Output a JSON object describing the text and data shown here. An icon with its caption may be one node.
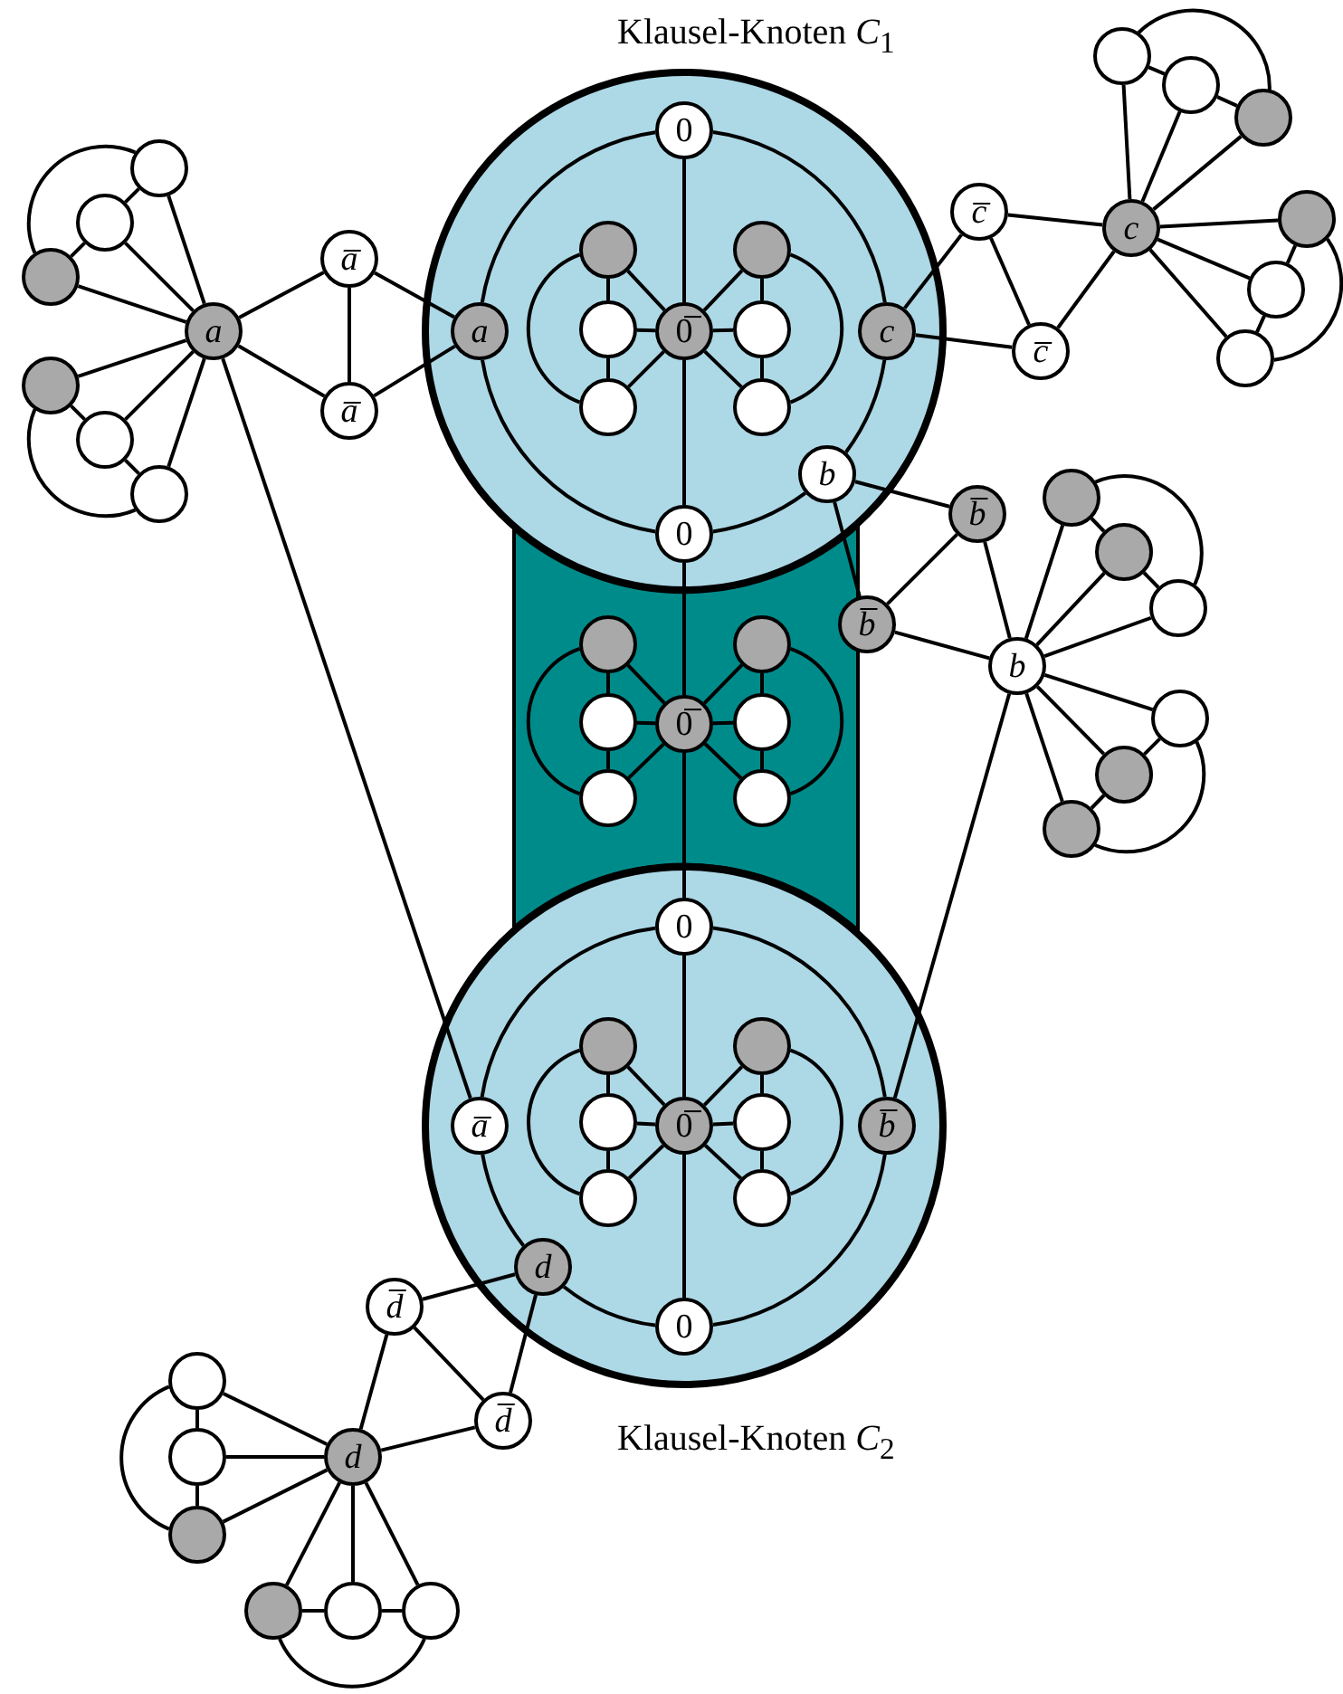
{
  "diagram": {
    "nodes": [
      {
        "text": [
          "Klausel-Knoten *C*$_{1}$"
        ]
      },
      {
        "text": [
          "0"
        ],
        "in": 0
      },
      {
        "text": [
          "a"
        ],
        "in": 0
      },
      {
        "text": [
          "0̅"
        ],
        "in": 0
      },
      {
        "text": [
          "c"
        ],
        "in": 0
      },
      {
        "text": [
          "b"
        ],
        "in": 0
      },
      {
        "text": [
          "0"
        ],
        "in": 0
      },
      {
        "text": [],
        "shape": "circle",
        "in": 0
      },
      {
        "text": [],
        "shape": "circle",
        "in": 0
      },
      {
        "text": [],
        "shape": "circle",
        "in": 0
      },
      {
        "text": [],
        "shape": "circle",
        "in": 0
      },
      {
        "text": [],
        "shape": "circle",
        "in": 0
      },
      {
        "text": [],
        "shape": "circle",
        "in": 0
      },
      {
        "text": [],
        "shape": "box"
      },
      {
        "text": [
          "0̅"
        ],
        "in": 13
      },
      {
        "text": [],
        "shape": "circle",
        "in": 13
      },
      {
        "text": [],
        "shape": "circle",
        "in": 13
      },
      {
        "text": [],
        "shape": "circle",
        "in": 13
      },
      {
        "text": [],
        "shape": "circle",
        "in": 13
      },
      {
        "text": [],
        "shape": "circle",
        "in": 13
      },
      {
        "text": [],
        "shape": "circle",
        "in": 13
      },
      {
        "text": [
          "Klausel-Knoten *C*$_{2}$"
        ]
      },
      {
        "text": [
          "0"
        ],
        "in": 21
      },
      {
        "text": [
          "a̅"
        ],
        "in": 21
      },
      {
        "text": [
          "0̅"
        ],
        "in": 21
      },
      {
        "text": [
          "b̅"
        ],
        "in": 21
      },
      {
        "text": [
          "d"
        ],
        "in": 21
      },
      {
        "text": [
          "0"
        ],
        "in": 21
      },
      {
        "text": [],
        "shape": "circle",
        "in": 21
      },
      {
        "text": [],
        "shape": "circle",
        "in": 21
      },
      {
        "text": [],
        "shape": "circle",
        "in": 21
      },
      {
        "text": [],
        "shape": "circle",
        "in": 21
      },
      {
        "text": [],
        "shape": "circle",
        "in": 21
      },
      {
        "text": [],
        "shape": "circle",
        "in": 21
      },
      {
        "text": [
          "a"
        ]
      },
      {
        "text": [
          "a̅"
        ]
      },
      {
        "text": [
          "a̅"
        ]
      },
      {
        "text": [],
        "shape": "circle"
      },
      {
        "text": [],
        "shape": "circle"
      },
      {
        "text": [],
        "shape": "circle"
      },
      {
        "text": [],
        "shape": "circle"
      },
      {
        "text": [],
        "shape": "circle"
      },
      {
        "text": [],
        "shape": "circle"
      },
      {
        "text": [
          "c̅"
        ]
      },
      {
        "text": [
          "c̅"
        ]
      },
      {
        "text": [
          "c"
        ]
      },
      {
        "text": [],
        "shape": "circle"
      },
      {
        "text": [],
        "shape": "circle"
      },
      {
        "text": [],
        "shape": "circle"
      },
      {
        "text": [],
        "shape": "circle"
      },
      {
        "text": [],
        "shape": "circle"
      },
      {
        "text": [],
        "shape": "circle"
      },
      {
        "text": [
          "b̅"
        ]
      },
      {
        "text": [
          "b̅"
        ]
      },
      {
        "text": [
          "b"
        ]
      },
      {
        "text": [],
        "shape": "circle"
      },
      {
        "text": [],
        "shape": "circle"
      },
      {
        "text": [],
        "shape": "circle"
      },
      {
        "text": [],
        "shape": "circle"
      },
      {
        "text": [],
        "shape": "circle"
      },
      {
        "text": [],
        "shape": "circle"
      },
      {
        "text": [
          "d̅"
        ]
      },
      {
        "text": [
          "d̅"
        ]
      },
      {
        "text": [
          "d"
        ]
      },
      {
        "text": [],
        "shape": "circle"
      },
      {
        "text": [],
        "shape": "circle"
      },
      {
        "text": [],
        "shape": "circle"
      },
      {
        "text": [],
        "shape": "circle"
      },
      {
        "text": [],
        "shape": "circle"
      },
      {
        "text": [],
        "shape": "circle"
      }
    ],
    "edges": [
      {
        "from": 1,
        "to": 4,
        "arrow": "none"
      },
      {
        "from": 4,
        "to": 5,
        "arrow": "none"
      },
      {
        "from": 5,
        "to": 6,
        "arrow": "none"
      },
      {
        "from": 6,
        "to": 2,
        "arrow": "none"
      },
      {
        "from": 2,
        "to": 1,
        "arrow": "none"
      },
      {
        "from": 1,
        "to": 3,
        "arrow": "none"
      },
      {
        "from": 3,
        "to": 6,
        "arrow": "none"
      },
      {
        "from": 7,
        "to": 9,
        "arrow": "none"
      },
      {
        "from": 9,
        "to": 11,
        "arrow": "none"
      },
      {
        "from": 7,
        "to": 3,
        "arrow": "none"
      },
      {
        "from": 9,
        "to": 3,
        "arrow": "none"
      },
      {
        "from": 11,
        "to": 3,
        "arrow": "none"
      },
      {
        "from": 7,
        "to": 11,
        "arrow": "none"
      },
      {
        "from": 8,
        "to": 10,
        "arrow": "none"
      },
      {
        "from": 10,
        "to": 12,
        "arrow": "none"
      },
      {
        "from": 8,
        "to": 3,
        "arrow": "none"
      },
      {
        "from": 10,
        "to": 3,
        "arrow": "none"
      },
      {
        "from": 12,
        "to": 3,
        "arrow": "none"
      },
      {
        "from": 8,
        "to": 12,
        "arrow": "none"
      },
      {
        "from": 6,
        "to": 14,
        "arrow": "none"
      },
      {
        "from": 14,
        "to": 22,
        "arrow": "none"
      },
      {
        "from": 15,
        "to": 17,
        "arrow": "none"
      },
      {
        "from": 17,
        "to": 19,
        "arrow": "none"
      },
      {
        "from": 15,
        "to": 14,
        "arrow": "none"
      },
      {
        "from": 17,
        "to": 14,
        "arrow": "none"
      },
      {
        "from": 19,
        "to": 14,
        "arrow": "none"
      },
      {
        "from": 15,
        "to": 19,
        "arrow": "none"
      },
      {
        "from": 16,
        "to": 18,
        "arrow": "none"
      },
      {
        "from": 18,
        "to": 20,
        "arrow": "none"
      },
      {
        "from": 16,
        "to": 14,
        "arrow": "none"
      },
      {
        "from": 18,
        "to": 14,
        "arrow": "none"
      },
      {
        "from": 20,
        "to": 14,
        "arrow": "none"
      },
      {
        "from": 16,
        "to": 20,
        "arrow": "none"
      },
      {
        "from": 22,
        "to": 25,
        "arrow": "none"
      },
      {
        "from": 25,
        "to": 27,
        "arrow": "none"
      },
      {
        "from": 27,
        "to": 26,
        "arrow": "none"
      },
      {
        "from": 26,
        "to": 23,
        "arrow": "none"
      },
      {
        "from": 23,
        "to": 22,
        "arrow": "none"
      },
      {
        "from": 22,
        "to": 24,
        "arrow": "none"
      },
      {
        "from": 24,
        "to": 27,
        "arrow": "none"
      },
      {
        "from": 28,
        "to": 30,
        "arrow": "none"
      },
      {
        "from": 30,
        "to": 32,
        "arrow": "none"
      },
      {
        "from": 28,
        "to": 24,
        "arrow": "none"
      },
      {
        "from": 30,
        "to": 24,
        "arrow": "none"
      },
      {
        "from": 32,
        "to": 24,
        "arrow": "none"
      },
      {
        "from": 28,
        "to": 32,
        "arrow": "none"
      },
      {
        "from": 29,
        "to": 31,
        "arrow": "none"
      },
      {
        "from": 31,
        "to": 33,
        "arrow": "none"
      },
      {
        "from": 29,
        "to": 24,
        "arrow": "none"
      },
      {
        "from": 31,
        "to": 24,
        "arrow": "none"
      },
      {
        "from": 33,
        "to": 24,
        "arrow": "none"
      },
      {
        "from": 29,
        "to": 33,
        "arrow": "none"
      },
      {
        "from": 34,
        "to": 35,
        "arrow": "none"
      },
      {
        "from": 34,
        "to": 36,
        "arrow": "none"
      },
      {
        "from": 35,
        "to": 36,
        "arrow": "none"
      },
      {
        "from": 35,
        "to": 2,
        "arrow": "none"
      },
      {
        "from": 36,
        "to": 2,
        "arrow": "none"
      },
      {
        "from": 37,
        "to": 38,
        "arrow": "none"
      },
      {
        "from": 38,
        "to": 39,
        "arrow": "none"
      },
      {
        "from": 39,
        "to": 37,
        "arrow": "none"
      },
      {
        "from": 34,
        "to": 37,
        "arrow": "none"
      },
      {
        "from": 34,
        "to": 38,
        "arrow": "none"
      },
      {
        "from": 34,
        "to": 39,
        "arrow": "none"
      },
      {
        "from": 40,
        "to": 41,
        "arrow": "none"
      },
      {
        "from": 41,
        "to": 42,
        "arrow": "none"
      },
      {
        "from": 40,
        "to": 42,
        "arrow": "none"
      },
      {
        "from": 34,
        "to": 40,
        "arrow": "none"
      },
      {
        "from": 34,
        "to": 41,
        "arrow": "none"
      },
      {
        "from": 34,
        "to": 42,
        "arrow": "none"
      },
      {
        "from": 34,
        "to": 23,
        "arrow": "none"
      },
      {
        "from": 4,
        "to": 43,
        "arrow": "none"
      },
      {
        "from": 4,
        "to": 44,
        "arrow": "none"
      },
      {
        "from": 43,
        "to": 44,
        "arrow": "none"
      },
      {
        "from": 43,
        "to": 45,
        "arrow": "none"
      },
      {
        "from": 44,
        "to": 45,
        "arrow": "none"
      },
      {
        "from": 46,
        "to": 47,
        "arrow": "none"
      },
      {
        "from": 47,
        "to": 48,
        "arrow": "none"
      },
      {
        "from": 46,
        "to": 48,
        "arrow": "none"
      },
      {
        "from": 45,
        "to": 46,
        "arrow": "none"
      },
      {
        "from": 45,
        "to": 47,
        "arrow": "none"
      },
      {
        "from": 45,
        "to": 48,
        "arrow": "none"
      },
      {
        "from": 49,
        "to": 50,
        "arrow": "none"
      },
      {
        "from": 50,
        "to": 51,
        "arrow": "none"
      },
      {
        "from": 49,
        "to": 51,
        "arrow": "none"
      },
      {
        "from": 45,
        "to": 49,
        "arrow": "none"
      },
      {
        "from": 45,
        "to": 50,
        "arrow": "none"
      },
      {
        "from": 45,
        "to": 51,
        "arrow": "none"
      },
      {
        "from": 5,
        "to": 52,
        "arrow": "none"
      },
      {
        "from": 5,
        "to": 53,
        "arrow": "none"
      },
      {
        "from": 52,
        "to": 53,
        "arrow": "none"
      },
      {
        "from": 52,
        "to": 54,
        "arrow": "none"
      },
      {
        "from": 53,
        "to": 54,
        "arrow": "none"
      },
      {
        "from": 55,
        "to": 56,
        "arrow": "none"
      },
      {
        "from": 56,
        "to": 57,
        "arrow": "none"
      },
      {
        "from": 55,
        "to": 57,
        "arrow": "none"
      },
      {
        "from": 54,
        "to": 55,
        "arrow": "none"
      },
      {
        "from": 54,
        "to": 56,
        "arrow": "none"
      },
      {
        "from": 54,
        "to": 57,
        "arrow": "none"
      },
      {
        "from": 58,
        "to": 59,
        "arrow": "none"
      },
      {
        "from": 59,
        "to": 60,
        "arrow": "none"
      },
      {
        "from": 58,
        "to": 60,
        "arrow": "none"
      },
      {
        "from": 54,
        "to": 58,
        "arrow": "none"
      },
      {
        "from": 54,
        "to": 59,
        "arrow": "none"
      },
      {
        "from": 54,
        "to": 60,
        "arrow": "none"
      },
      {
        "from": 54,
        "to": 25,
        "arrow": "none"
      },
      {
        "from": 26,
        "to": 61,
        "arrow": "none"
      },
      {
        "from": 26,
        "to": 62,
        "arrow": "none"
      },
      {
        "from": 61,
        "to": 62,
        "arrow": "none"
      },
      {
        "from": 61,
        "to": 63,
        "arrow": "none"
      },
      {
        "from": 62,
        "to": 63,
        "arrow": "none"
      },
      {
        "from": 64,
        "to": 65,
        "arrow": "none"
      },
      {
        "from": 65,
        "to": 66,
        "arrow": "none"
      },
      {
        "from": 64,
        "to": 66,
        "arrow": "none"
      },
      {
        "from": 63,
        "to": 64,
        "arrow": "none"
      },
      {
        "from": 63,
        "to": 65,
        "arrow": "none"
      },
      {
        "from": 63,
        "to": 66,
        "arrow": "none"
      },
      {
        "from": 67,
        "to": 68,
        "arrow": "none"
      },
      {
        "from": 68,
        "to": 69,
        "arrow": "none"
      },
      {
        "from": 67,
        "to": 69,
        "arrow": "none"
      },
      {
        "from": 63,
        "to": 67,
        "arrow": "none"
      },
      {
        "from": 63,
        "to": 68,
        "arrow": "none"
      },
      {
        "from": 63,
        "to": 69,
        "arrow": "none"
      }
    ]
  }
}
